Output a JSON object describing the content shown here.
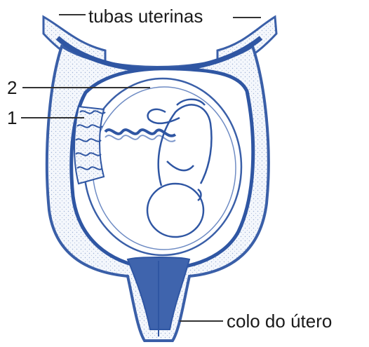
{
  "labels": {
    "tubes": "tubas uterinas",
    "cervix": "colo do útero",
    "num2": "2",
    "num1": "1"
  },
  "colors": {
    "outline": "#3a5fa8",
    "wall_fill": "#eef3fb",
    "cervix_fill": "#3f64ad",
    "leader": "#333333"
  }
}
